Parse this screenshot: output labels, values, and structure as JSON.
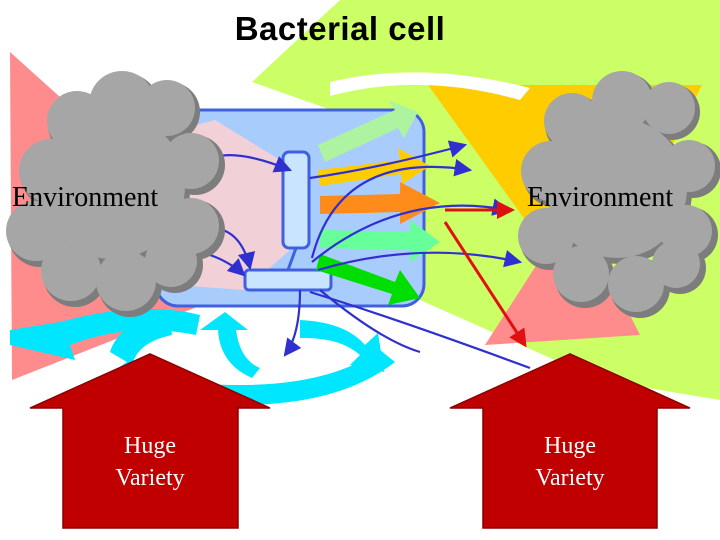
{
  "title": "Bacterial cell",
  "environment_left": "Environment",
  "environment_right": "Environment",
  "variety_left_line1": "Huge",
  "variety_left_line2": "Variety",
  "variety_right_line1": "Huge",
  "variety_right_line2": "Variety",
  "colors": {
    "cell_fill": "#a8cdfc",
    "cell_border": "#4060e0",
    "cloud": "#a6a6a6",
    "variety_arrow": "#c00000",
    "signal_arrow": "#e01010",
    "cycle_arrows": "#00e6ff",
    "background_green": "#ccff66",
    "background_pink": "#ff8080",
    "background_yellow": "#ffcc00"
  }
}
